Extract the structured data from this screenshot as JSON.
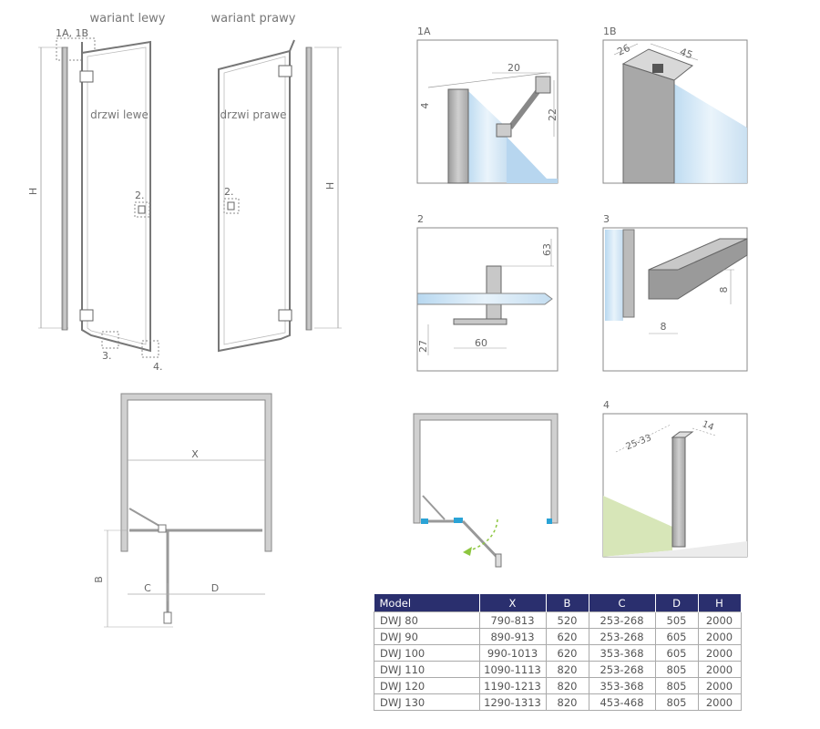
{
  "labels": {
    "variant_left": "wariant lewy",
    "variant_right": "wariant prawy",
    "door_left": "drzwi lewe",
    "door_right": "drzwi prawe",
    "callout_top": "1A, 1B",
    "callout_2": "2.",
    "callout_3": "3.",
    "callout_4": "4.",
    "dim_h": "H",
    "dim_x": "X",
    "dim_b": "B",
    "dim_c": "C",
    "dim_d": "D"
  },
  "details": {
    "d1a": {
      "title": "1A",
      "dims": [
        "20",
        "4",
        "22"
      ]
    },
    "d1b": {
      "title": "1B",
      "dims": [
        "26",
        "45"
      ]
    },
    "d2": {
      "title": "2",
      "dims": [
        "63",
        "27",
        "60"
      ]
    },
    "d3": {
      "title": "3",
      "dims": [
        "8",
        "8"
      ]
    },
    "d4": {
      "title": "4",
      "dims": [
        "25-33",
        "14"
      ]
    }
  },
  "colors": {
    "frame": "#8a8a8a",
    "profile": "#b4b4b4",
    "glass": "#cfe3f2",
    "seal": "#2aa3d6",
    "arrow": "#8dc63f",
    "floor": "#d7e6b8",
    "header": "#2a2f6e"
  },
  "table": {
    "headers": [
      "Model",
      "X",
      "B",
      "C",
      "D",
      "H"
    ],
    "rows": [
      [
        "DWJ 80",
        "790-813",
        "520",
        "253-268",
        "505",
        "2000"
      ],
      [
        "DWJ 90",
        "890-913",
        "620",
        "253-268",
        "605",
        "2000"
      ],
      [
        "DWJ 100",
        "990-1013",
        "620",
        "353-368",
        "605",
        "2000"
      ],
      [
        "DWJ 110",
        "1090-1113",
        "820",
        "253-268",
        "805",
        "2000"
      ],
      [
        "DWJ 120",
        "1190-1213",
        "820",
        "353-368",
        "805",
        "2000"
      ],
      [
        "DWJ 130",
        "1290-1313",
        "820",
        "453-468",
        "805",
        "2000"
      ]
    ]
  }
}
